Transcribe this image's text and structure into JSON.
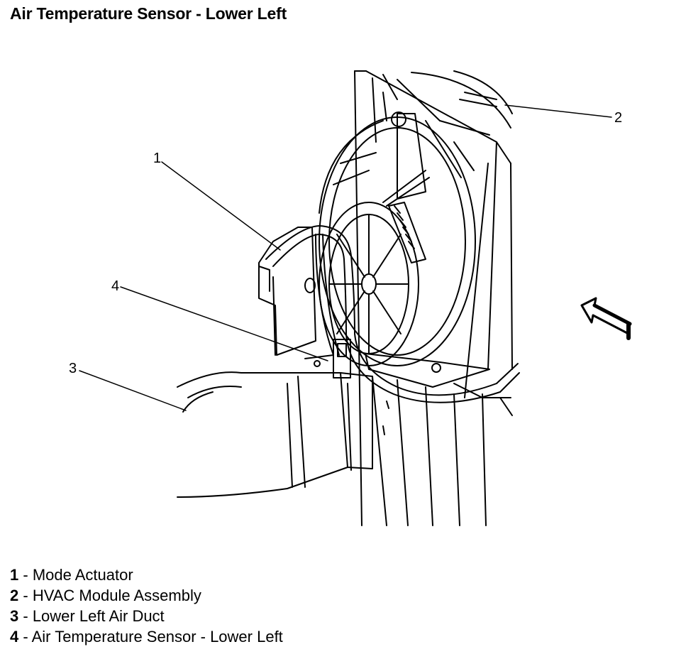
{
  "title": "Air Temperature Sensor - Lower Left",
  "callouts": [
    "1",
    "2",
    "3",
    "4"
  ],
  "legend": [
    {
      "number": "1",
      "separator": " - ",
      "label": "Mode Actuator"
    },
    {
      "number": "2",
      "separator": " - ",
      "label": "HVAC Module Assembly"
    },
    {
      "number": "3",
      "separator": " - ",
      "label": "Lower Left Air Duct"
    },
    {
      "number": "4",
      "separator": " - ",
      "label": "Air Temperature Sensor - Lower Left"
    }
  ]
}
